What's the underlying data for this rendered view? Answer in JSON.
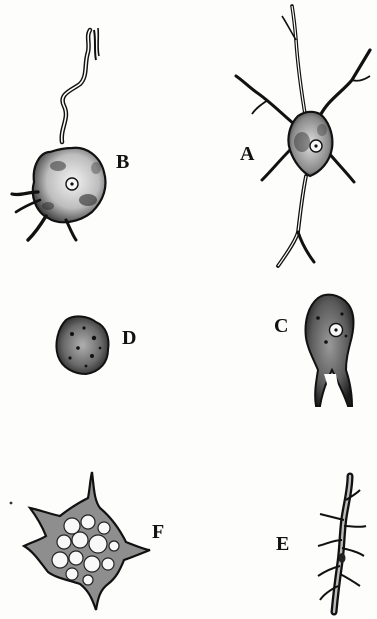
{
  "plate": {
    "labels": {
      "a": "A",
      "b": "B",
      "c": "C",
      "d": "D",
      "e": "E",
      "f": "F"
    }
  },
  "colors": {
    "ink": "#111111",
    "paper": "#fdfdfc",
    "cell_fill_light": "#dadada",
    "cell_fill_mid": "#9a9a9a",
    "cell_fill_dark": "#3a3a3a"
  }
}
